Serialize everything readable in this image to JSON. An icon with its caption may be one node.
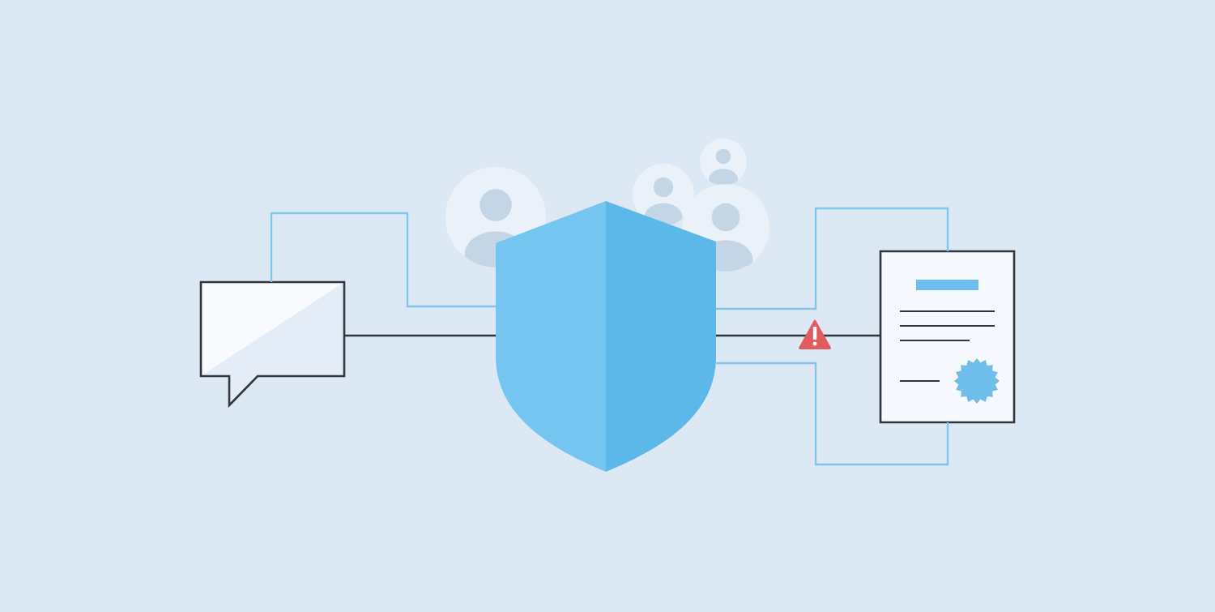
{
  "diagram": {
    "nodes": [
      {
        "text": [],
        "shape": "bubble"
      },
      {
        "text": [],
        "shape": "shield"
      },
      {
        "text": [],
        "shape": "document"
      },
      {
        "text": [],
        "shape": "person"
      },
      {
        "text": [],
        "shape": "person"
      },
      {
        "text": [],
        "shape": "person"
      },
      {
        "text": [],
        "shape": "person"
      }
    ],
    "edges": [
      {
        "from": 0,
        "to": 1,
        "arrow": "none"
      },
      {
        "from": 0,
        "to": 1,
        "arrow": "none",
        "color": "#2f343a"
      },
      {
        "from": 1,
        "to": 2,
        "arrow": "none"
      },
      {
        "from": 1,
        "to": 2,
        "arrow": "none",
        "color": "#2f343a"
      },
      {
        "from": 1,
        "to": 2,
        "arrow": "none"
      }
    ]
  }
}
